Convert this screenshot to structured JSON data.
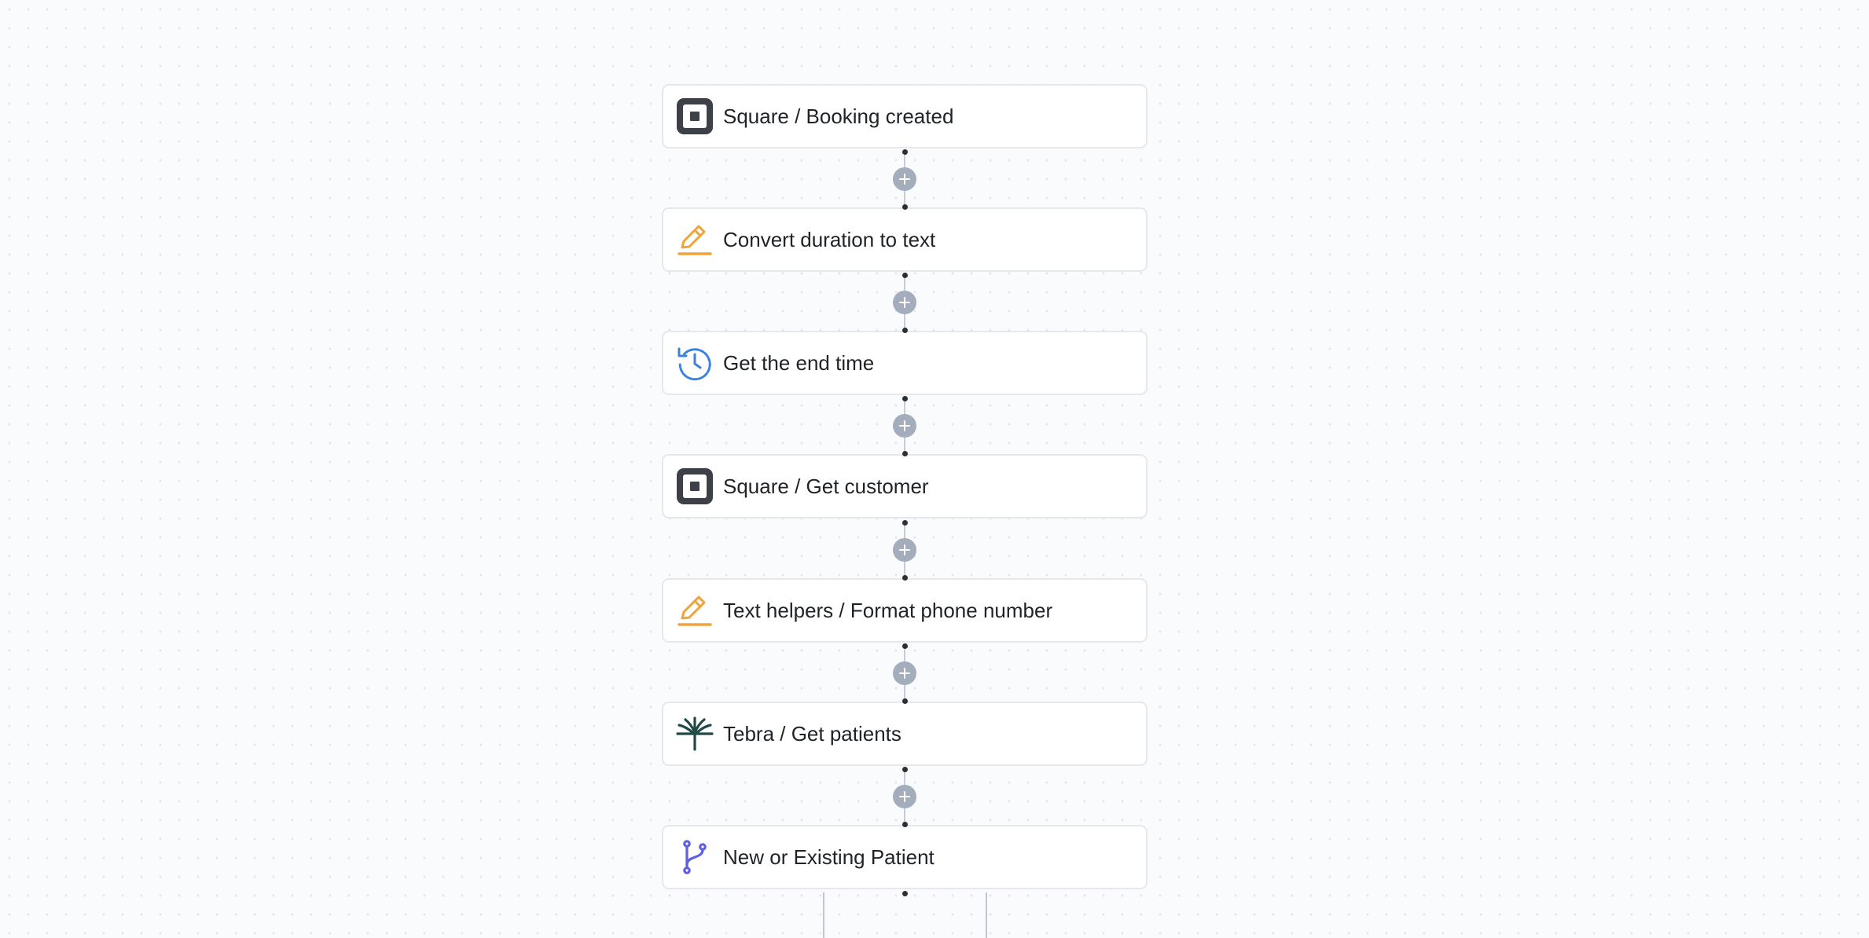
{
  "workflow": {
    "steps": [
      {
        "label": "Square / Booking created",
        "icon": "square-logo-icon"
      },
      {
        "label": "Convert duration to text",
        "icon": "pencil-icon"
      },
      {
        "label": "Get the end time",
        "icon": "clock-history-icon"
      },
      {
        "label": "Square / Get customer",
        "icon": "square-logo-icon"
      },
      {
        "label": "Text helpers / Format phone number",
        "icon": "pencil-icon"
      },
      {
        "label": "Tebra / Get patients",
        "icon": "tebra-logo-icon"
      },
      {
        "label": "New or Existing Patient",
        "icon": "branch-icon"
      }
    ],
    "add_step_symbol": "+"
  },
  "colors": {
    "canvas_background": "#fafbfd",
    "card_border": "#e6e8ec",
    "square_icon": "#3d4046",
    "pencil_icon": "#f0a33a",
    "clock_icon": "#3b82e0",
    "tebra_icon": "#1f4a46",
    "branch_icon": "#5b5fe0",
    "add_button": "#a3adbb"
  }
}
